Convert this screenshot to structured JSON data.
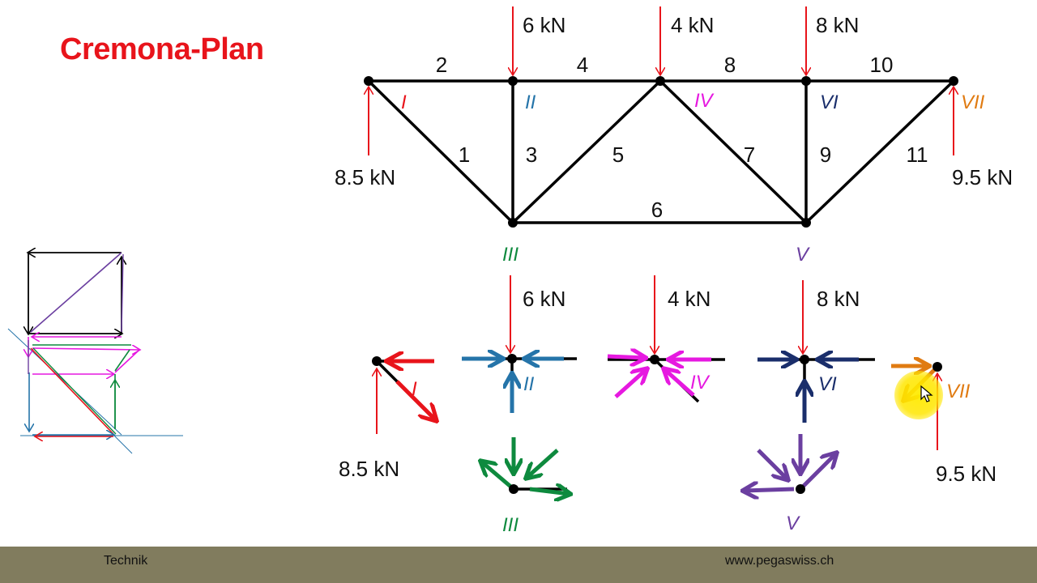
{
  "title": "Cremona-Plan",
  "footer": {
    "left": "Technik",
    "right": "www.pegaswiss.ch"
  },
  "truss": {
    "loads": [
      "6 kN",
      "4 kN",
      "8 kN"
    ],
    "reactions": [
      "8.5 kN",
      "9.5 kN"
    ],
    "members": [
      "1",
      "2",
      "3",
      "4",
      "5",
      "6",
      "7",
      "8",
      "9",
      "10",
      "11"
    ],
    "nodes": [
      "I",
      "II",
      "III",
      "IV",
      "V",
      "VI",
      "VII"
    ]
  },
  "free_bodies": {
    "loads": [
      "6 kN",
      "4 kN",
      "8 kN"
    ],
    "reactions": [
      "8.5 kN",
      "9.5 kN"
    ],
    "nodes": [
      "I",
      "II",
      "III",
      "IV",
      "V",
      "VI",
      "VII"
    ]
  },
  "colors": {
    "node_I": "#e8141b",
    "node_II": "#2574a9",
    "node_III": "#0e8a3e",
    "node_IV": "#e619e0",
    "node_V": "#6b3fa0",
    "node_VI": "#1a2e6b",
    "node_VII": "#e07b12",
    "title": "#e8141b",
    "footer": "#817c5e"
  }
}
